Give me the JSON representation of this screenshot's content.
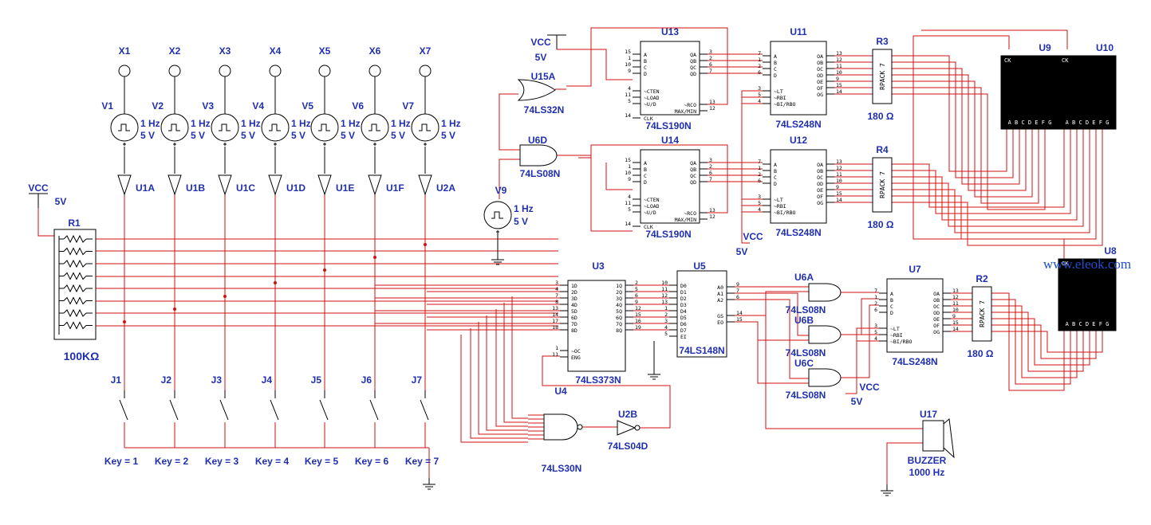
{
  "probes": [
    "X1",
    "X2",
    "X3",
    "X4",
    "X5",
    "X6",
    "X7"
  ],
  "clocks": [
    {
      "name": "V1",
      "freq": "1 Hz",
      "volt": "5 V"
    },
    {
      "name": "V2",
      "freq": "1 Hz",
      "volt": "5 V"
    },
    {
      "name": "V3",
      "freq": "1 Hz",
      "volt": "5 V"
    },
    {
      "name": "V4",
      "freq": "1 Hz",
      "volt": "5 V"
    },
    {
      "name": "V5",
      "freq": "1 Hz",
      "volt": "5 V"
    },
    {
      "name": "V6",
      "freq": "1 Hz",
      "volt": "5 V"
    },
    {
      "name": "V7",
      "freq": "1 Hz",
      "volt": "5 V"
    }
  ],
  "inverters": [
    "U1A",
    "U1B",
    "U1C",
    "U1D",
    "U1E",
    "U1F",
    "U2A"
  ],
  "switches": [
    "J1",
    "J2",
    "J3",
    "J4",
    "J5",
    "J6",
    "J7"
  ],
  "keys": [
    "Key = 1",
    "Key = 2",
    "Key = 3",
    "Key = 4",
    "Key = 5",
    "Key = 6",
    "Key = 7"
  ],
  "vcc_label": "VCC",
  "v5_label": "5V",
  "r1": {
    "name": "R1",
    "value": "100KΩ"
  },
  "v9": {
    "name": "V9",
    "freq": "1 Hz",
    "volt": "5 V"
  },
  "gates": {
    "u15a": {
      "name": "U15A",
      "part": "74LS32N"
    },
    "u6d": {
      "name": "U6D",
      "part": "74LS08N"
    },
    "u6a": {
      "name": "U6A",
      "part": "74LS08N"
    },
    "u6b": {
      "name": "U6B",
      "part": "74LS08N"
    },
    "u6c": {
      "name": "U6C",
      "part": "74LS08N"
    },
    "u4": {
      "name": "U4",
      "part": "74LS30N"
    },
    "u2b": {
      "name": "U2B",
      "part": "74LS04D"
    }
  },
  "chips": {
    "u13": {
      "name": "U13",
      "part": "74LS190N"
    },
    "u14": {
      "name": "U14",
      "part": "74LS190N"
    },
    "u11": {
      "name": "U11",
      "part": "74LS248N"
    },
    "u12": {
      "name": "U12",
      "part": "74LS248N"
    },
    "u7": {
      "name": "U7",
      "part": "74LS248N"
    },
    "u3": {
      "name": "U3",
      "part": "74LS373N"
    },
    "u5": {
      "name": "U5",
      "part": "74LS148N"
    }
  },
  "rpacks": [
    {
      "name": "R3",
      "part": "RPACK 7",
      "value": "180 Ω"
    },
    {
      "name": "R4",
      "part": "RPACK 7",
      "value": "180 Ω"
    },
    {
      "name": "R2",
      "part": "RPACK 7",
      "value": "180 Ω"
    }
  ],
  "displays": [
    "U9",
    "U10",
    "U8"
  ],
  "display_segments": "A B C D E F G",
  "display_ck": "CK",
  "buzzer": {
    "name": "U17",
    "part": "BUZZER",
    "freq": "1000 Hz"
  },
  "watermark": "www.eleok.com",
  "pins": {
    "counter_left": [
      "A",
      "B",
      "C",
      "D",
      "~CTEN",
      "~LOAD",
      "~U/D",
      "CLK"
    ],
    "counter_left_nums": [
      "15",
      "1",
      "10",
      "9",
      "4",
      "11",
      "5",
      "14"
    ],
    "counter_right": [
      "QA",
      "QB",
      "QC",
      "QD",
      "~RCO",
      "MAX/MIN"
    ],
    "counter_right_nums": [
      "3",
      "2",
      "6",
      "7",
      "13",
      "12"
    ],
    "dec_left": [
      "A",
      "B",
      "C",
      "D",
      "~LT",
      "~RBI",
      "~BI/RBO"
    ],
    "dec_left_nums": [
      "7",
      "1",
      "2",
      "6",
      "3",
      "5",
      "4"
    ],
    "dec_right": [
      "OA",
      "OB",
      "OC",
      "OD",
      "OE",
      "OF",
      "OG"
    ],
    "dec_right_nums": [
      "13",
      "12",
      "11",
      "10",
      "9",
      "15",
      "14"
    ],
    "latch_left": [
      "1D",
      "2D",
      "3D",
      "4D",
      "5D",
      "6D",
      "7D",
      "8D",
      "~OC",
      "ENG"
    ],
    "latch_left_nums": [
      "3",
      "4",
      "7",
      "8",
      "13",
      "14",
      "17",
      "18",
      "1",
      "11"
    ],
    "latch_right": [
      "1Q",
      "2Q",
      "3Q",
      "4Q",
      "5Q",
      "6Q",
      "7Q",
      "8Q"
    ],
    "latch_right_nums": [
      "2",
      "5",
      "6",
      "9",
      "12",
      "15",
      "16",
      "19"
    ],
    "enc_left": [
      "D0",
      "D1",
      "D2",
      "D3",
      "D4",
      "D5",
      "D6",
      "D7",
      "EI"
    ],
    "enc_left_nums": [
      "10",
      "11",
      "12",
      "13",
      "1",
      "2",
      "3",
      "4",
      "5"
    ],
    "enc_right": [
      "A0",
      "A1",
      "A2",
      "GS",
      "EO"
    ],
    "enc_right_nums": [
      "9",
      "7",
      "6",
      "14",
      "15"
    ]
  }
}
